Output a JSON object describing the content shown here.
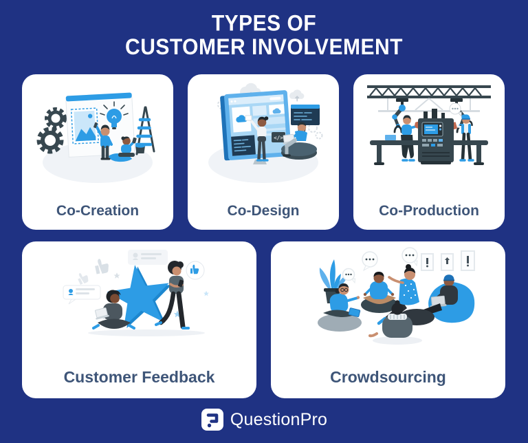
{
  "title": {
    "line1": "TYPES OF",
    "line2": "CUSTOMER INVOLVEMENT"
  },
  "cards": [
    {
      "id": "co-creation",
      "label": "Co-Creation"
    },
    {
      "id": "co-design",
      "label": "Co-Design"
    },
    {
      "id": "co-production",
      "label": "Co-Production"
    },
    {
      "id": "customer-feedback",
      "label": "Customer Feedback"
    },
    {
      "id": "crowdsourcing",
      "label": "Crowdsourcing"
    }
  ],
  "footer": {
    "brand": "QuestionPro"
  },
  "icons": [
    "gears-icon",
    "lightbulb-icon",
    "ladder-icon",
    "paint-bucket-icon",
    "cloud-upload-icon",
    "code-tag-icon",
    "robot-arm-icon",
    "star-icon",
    "thumbs-up-icon",
    "speech-bubble-icon",
    "plant-icon",
    "picture-frame-icon",
    "questionpro-logo-icon"
  ],
  "colors": {
    "background": "#1F3283",
    "card_bg": "#FFFFFF",
    "title_text": "#FFFFFF",
    "label_text": "#3E5578",
    "illustration_blue": "#2D9CE5",
    "illustration_dark": "#37474F"
  }
}
